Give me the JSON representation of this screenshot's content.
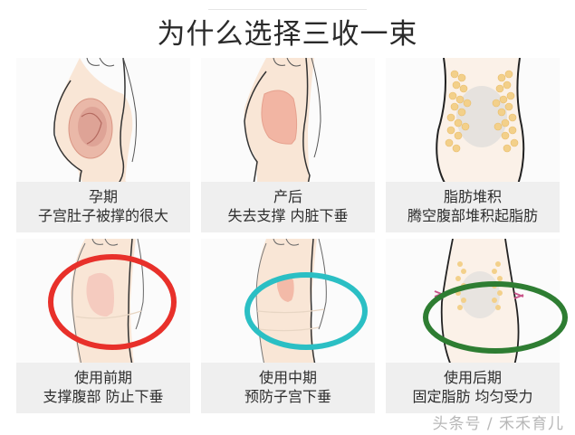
{
  "title": "为什么选择三收一束",
  "panels": [
    {
      "id": "pregnancy",
      "line1": "孕期",
      "line2": "子宫肚子被撑的很大"
    },
    {
      "id": "postpartum",
      "line1": "产后",
      "line2": "失去支撑  内脏下垂"
    },
    {
      "id": "fat",
      "line1": "脂肪堆积",
      "line2": "腾空腹部堆积起脂肪"
    },
    {
      "id": "early-use",
      "line1": "使用前期",
      "line2": "支撑腹部  防止下垂"
    },
    {
      "id": "mid-use",
      "line1": "使用中期",
      "line2": "预防子宫下垂"
    },
    {
      "id": "late-use",
      "line1": "使用后期",
      "line2": "固定脂肪  均匀受力"
    }
  ],
  "highlights": {
    "early": {
      "color": "#e8302a"
    },
    "mid": {
      "color": "#2bbfc4"
    },
    "late": {
      "color": "#2e7d32"
    }
  },
  "colors": {
    "skin": "#f9e6d6",
    "uterus": "#f2b5a3",
    "fat": "#f5d78e",
    "caption_bg": "#efefef"
  },
  "watermark": "头条号 / 禾禾育儿"
}
